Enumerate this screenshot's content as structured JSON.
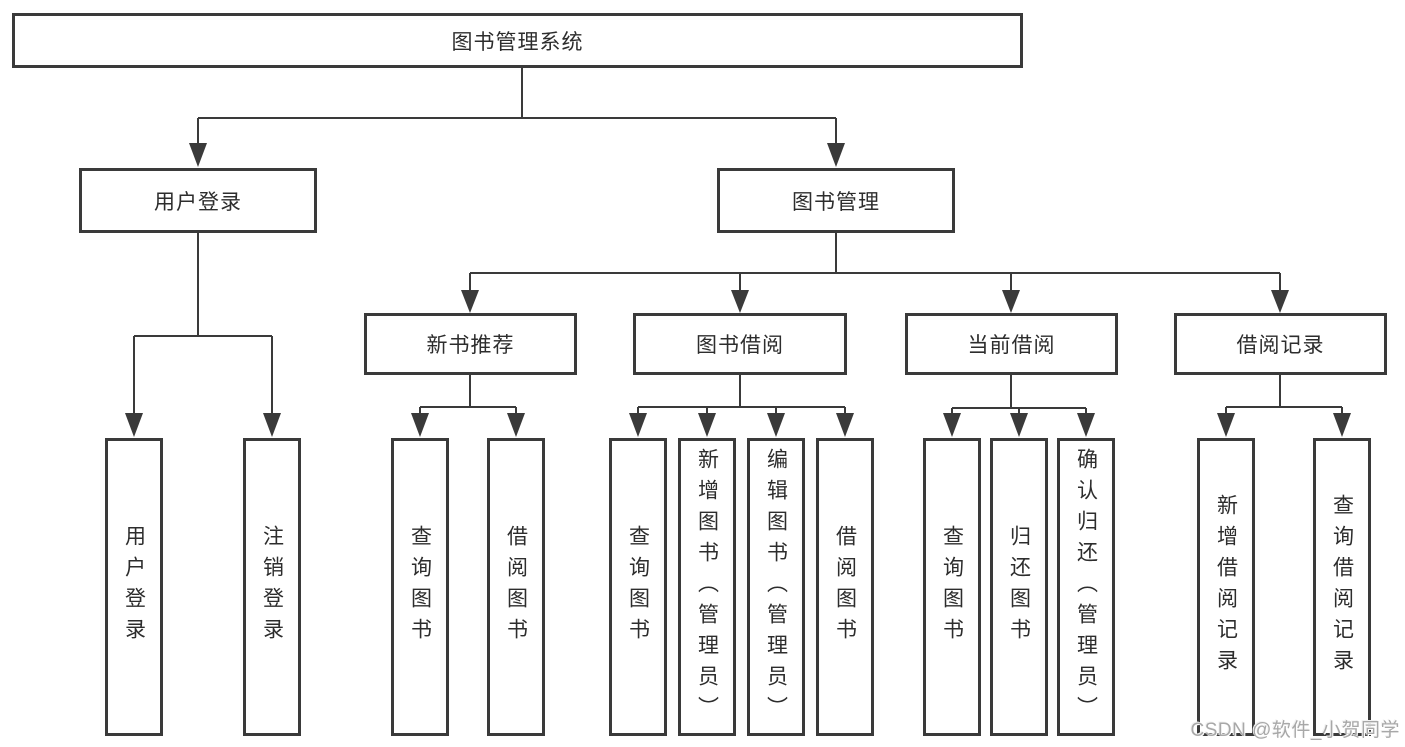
{
  "diagram": {
    "type": "tree",
    "title": "图书管理系统",
    "colors": {
      "background": "#ffffff",
      "line": "#3a3a3a",
      "box_border": "#3a3a3a",
      "box_fill": "#ffffff",
      "text": "#2d2d2d",
      "watermark": "#a8a8a8"
    },
    "tree": {
      "label": "图书管理系统",
      "children": [
        {
          "label": "用户登录",
          "children": [
            {
              "label": "用户登录"
            },
            {
              "label": "注销登录"
            }
          ]
        },
        {
          "label": "图书管理",
          "children": [
            {
              "label": "新书推荐",
              "children": [
                {
                  "label": "查询图书"
                },
                {
                  "label": "借阅图书"
                }
              ]
            },
            {
              "label": "图书借阅",
              "children": [
                {
                  "label": "查询图书"
                },
                {
                  "label": "新增图书（管理员）"
                },
                {
                  "label": "编辑图书（管理员）"
                },
                {
                  "label": "借阅图书"
                }
              ]
            },
            {
              "label": "当前借阅",
              "children": [
                {
                  "label": "查询图书"
                },
                {
                  "label": "归还图书"
                },
                {
                  "label": "确认归还（管理员）"
                }
              ]
            },
            {
              "label": "借阅记录",
              "children": [
                {
                  "label": "新增借阅记录"
                },
                {
                  "label": "查询借阅记录"
                }
              ]
            }
          ]
        }
      ]
    },
    "watermark": "CSDN @软件_小贺同学"
  }
}
